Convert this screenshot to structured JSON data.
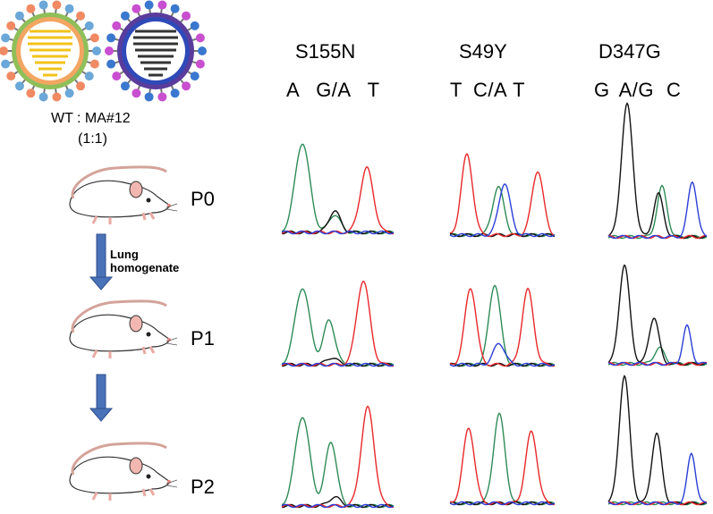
{
  "virus_label": "WT : MA#12",
  "ratio": "(1:1)",
  "passages": [
    "P0",
    "P1",
    "P2"
  ],
  "transfer_label": [
    "Lung",
    "homogenate"
  ],
  "mutations": [
    {
      "name": "S155N",
      "bases": "A   G/A   T"
    },
    {
      "name": "S49Y",
      "bases": "T   C/A T"
    },
    {
      "name": "D347G",
      "bases": "G   A/G   C"
    }
  ],
  "colors": {
    "A": "#2e8b57",
    "G": "#111111",
    "T": "#e8282b",
    "C": "#2b3fd6",
    "arrow": "#4a72b8"
  }
}
